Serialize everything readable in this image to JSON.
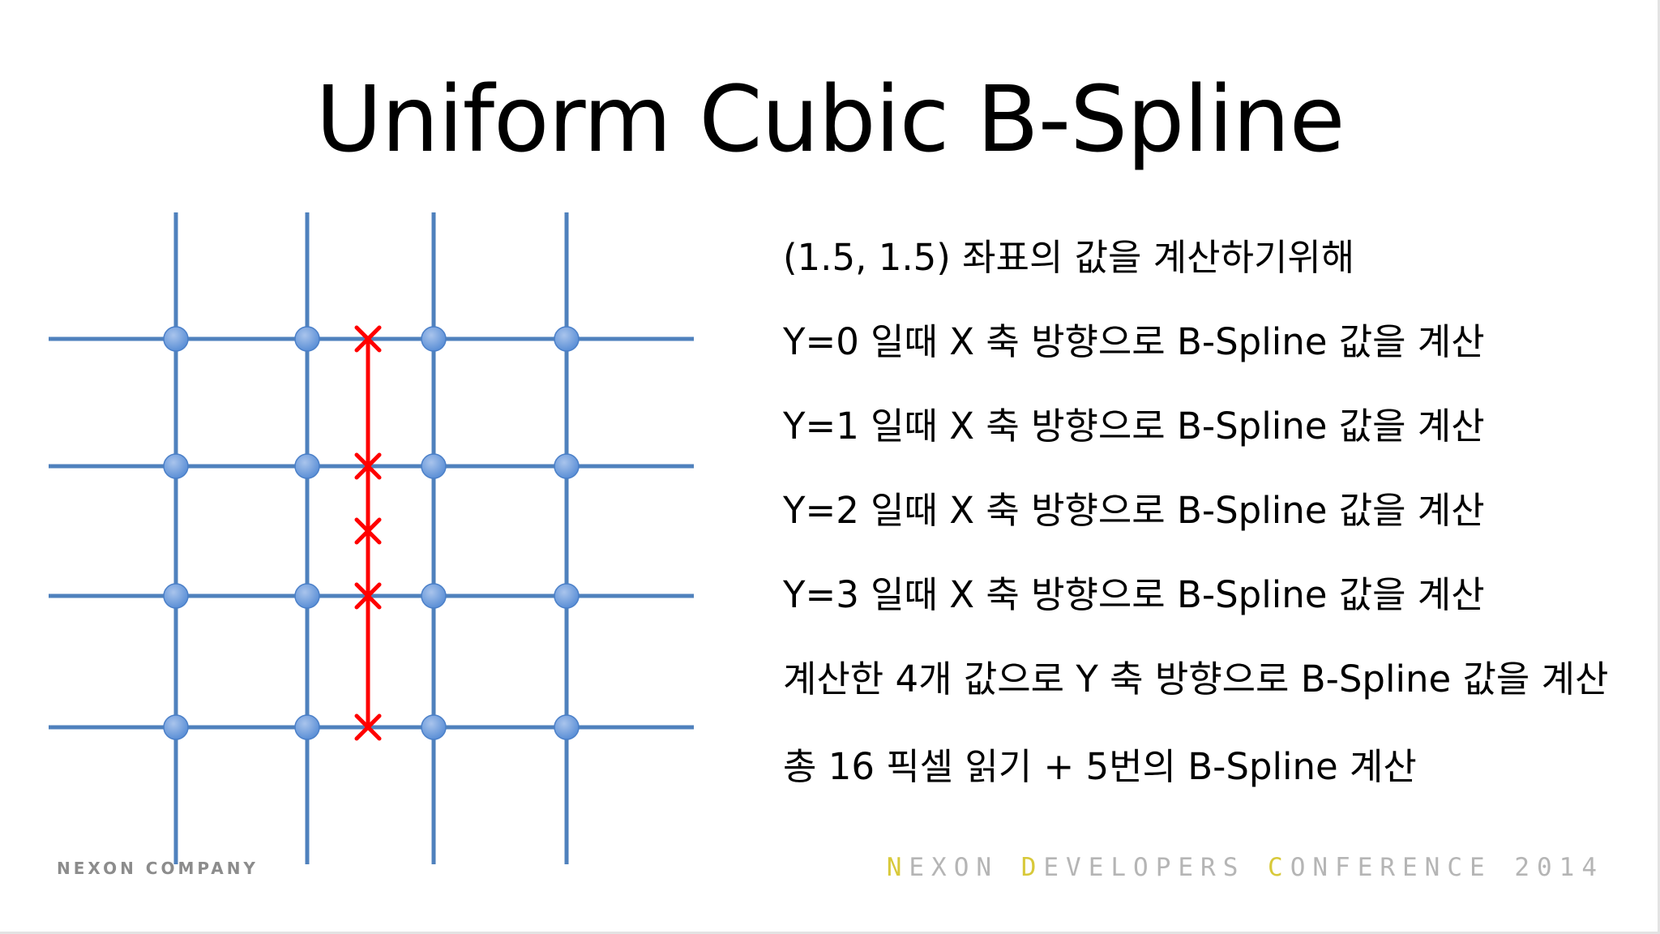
{
  "slide": {
    "title": "Uniform Cubic B-Spline",
    "bullets": [
      "(1.5, 1.5) 좌표의 값을 계산하기위해",
      "Y=0 일때 X 축 방향으로 B-Spline 값을 계산",
      "Y=1 일때 X 축 방향으로 B-Spline 값을 계산",
      "Y=2 일때 X 축 방향으로 B-Spline 값을 계산",
      "Y=3 일때 X 축 방향으로 B-Spline 값을 계산",
      "계산한 4개 값으로 Y 축 방향으로 B-Spline 값을 계산",
      "총 16 픽셀 읽기 + 5번의 B-Spline 계산"
    ]
  },
  "diagram": {
    "grid_color": "#4f81bd",
    "marker_color": "#ff0000",
    "columns": 4,
    "rows": 4,
    "marker_count": 5
  },
  "footer": {
    "left": "NEXON COMPANY",
    "right": [
      {
        "initial": "N",
        "rest": "EXON "
      },
      {
        "initial": "D",
        "rest": "EVELOPERS "
      },
      {
        "initial": "C",
        "rest": "ONFERENCE 2014"
      }
    ]
  },
  "colors": {
    "footer_initial": "#d8c93a",
    "footer_text": "#b5b5b5"
  }
}
